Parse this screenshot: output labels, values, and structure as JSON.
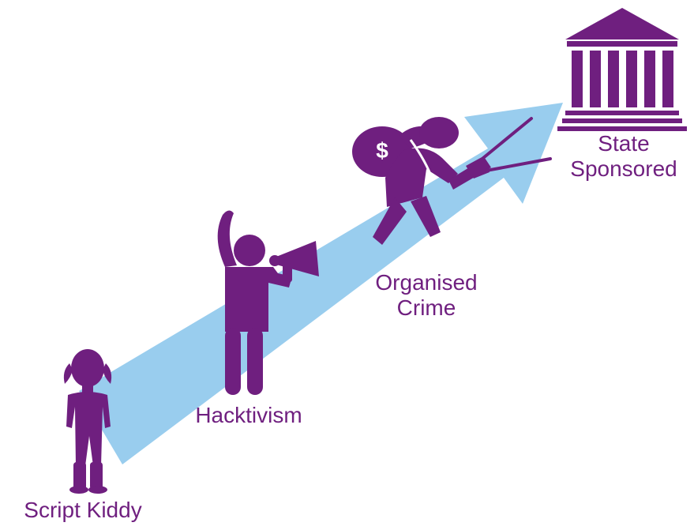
{
  "colors": {
    "arrow": "#99cdee",
    "figure": "#6f1f7f",
    "label": "#6f1f7f"
  },
  "icons": {
    "script_kiddy": "girl-silhouette-icon",
    "hacktivism": "protester-megaphone-icon",
    "organised_crime": "thief-money-bag-icon",
    "state_sponsored": "government-building-icon",
    "money_bag_symbol": "$"
  },
  "stages": {
    "script_kiddy": "Script Kiddy",
    "hacktivism": "Hacktivism",
    "organised_crime_line1": "Organised",
    "organised_crime_line2": "Crime",
    "state_sponsored_line1": "State",
    "state_sponsored_line2": "Sponsored"
  }
}
